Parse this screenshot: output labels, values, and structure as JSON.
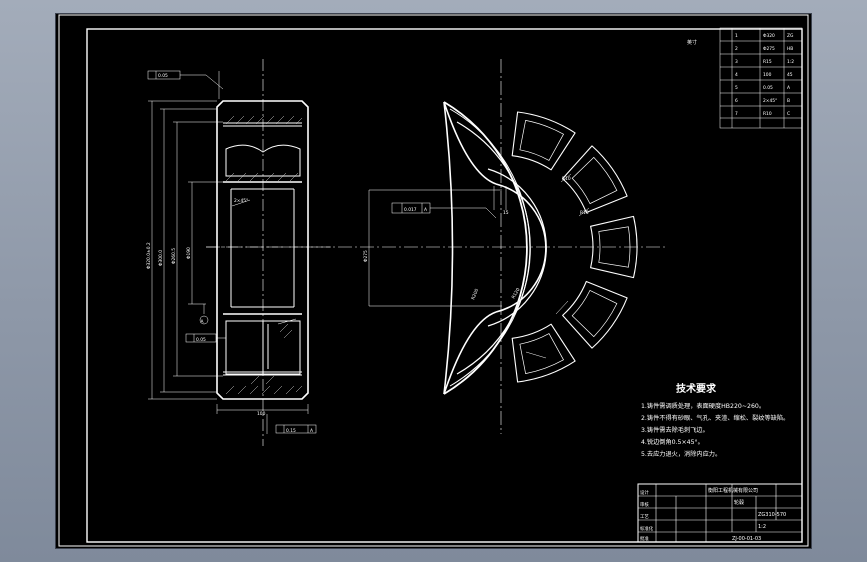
{
  "colors": {
    "background": "#8e98a8",
    "canvas": "#000000",
    "lines": "#ffffff",
    "hatch": "#d0d0d0"
  },
  "drawing": {
    "corner_mark": "英寸",
    "section_marker": "A",
    "side_view": {
      "tol_top": "0.05",
      "dim_outer_dia": "Φ320.0±0.2",
      "dim_dia_2": "Φ300.0",
      "dim_dia_3": "Φ260.5",
      "dim_bore": "Φ190",
      "dim_chamfer": "2×45°",
      "dim_width": "100",
      "tol_bottom": "0.15",
      "tol_left": "0.05"
    },
    "front_view": {
      "dim_center_dia": "Φ275",
      "dim_box_tol": "0.017",
      "dim_box_datum": "A",
      "dim_radius_1": "R10",
      "dim_radius_2": "R15",
      "dim_label_a": "15",
      "dim_label_b": "R200",
      "dim_label_c": "R120"
    },
    "tech_requirements": {
      "title": "技术要求",
      "lines": [
        "1.铸件需调质处理，表面硬度HB220~260。",
        "2.铸件不得有砂眼、气孔、夹渣、缩松、裂纹等缺陷。",
        "3.铸件需去除毛刺飞边。",
        "4.锐边倒角0.5×45°。",
        "5.去应力退火，消除内应力。"
      ]
    },
    "title_block": {
      "company": "衡阳工程机械有限公司",
      "part_name": "轮毂",
      "material": "ZG310-570",
      "drawing_number": "ZJ-00-01-03",
      "scale": "1:2",
      "row_labels": [
        "设计",
        "审核",
        "工艺",
        "标准化",
        "批准"
      ]
    },
    "rev_table": {
      "rows": [
        [
          "1",
          "Φ320",
          "ZG"
        ],
        [
          "2",
          "Φ275",
          "HB"
        ],
        [
          "3",
          "R15",
          "1:2"
        ],
        [
          "4",
          "100",
          "45"
        ],
        [
          "5",
          "0.05",
          "A"
        ],
        [
          "6",
          "2×45°",
          "B"
        ],
        [
          "7",
          "R10",
          "C"
        ]
      ]
    }
  }
}
